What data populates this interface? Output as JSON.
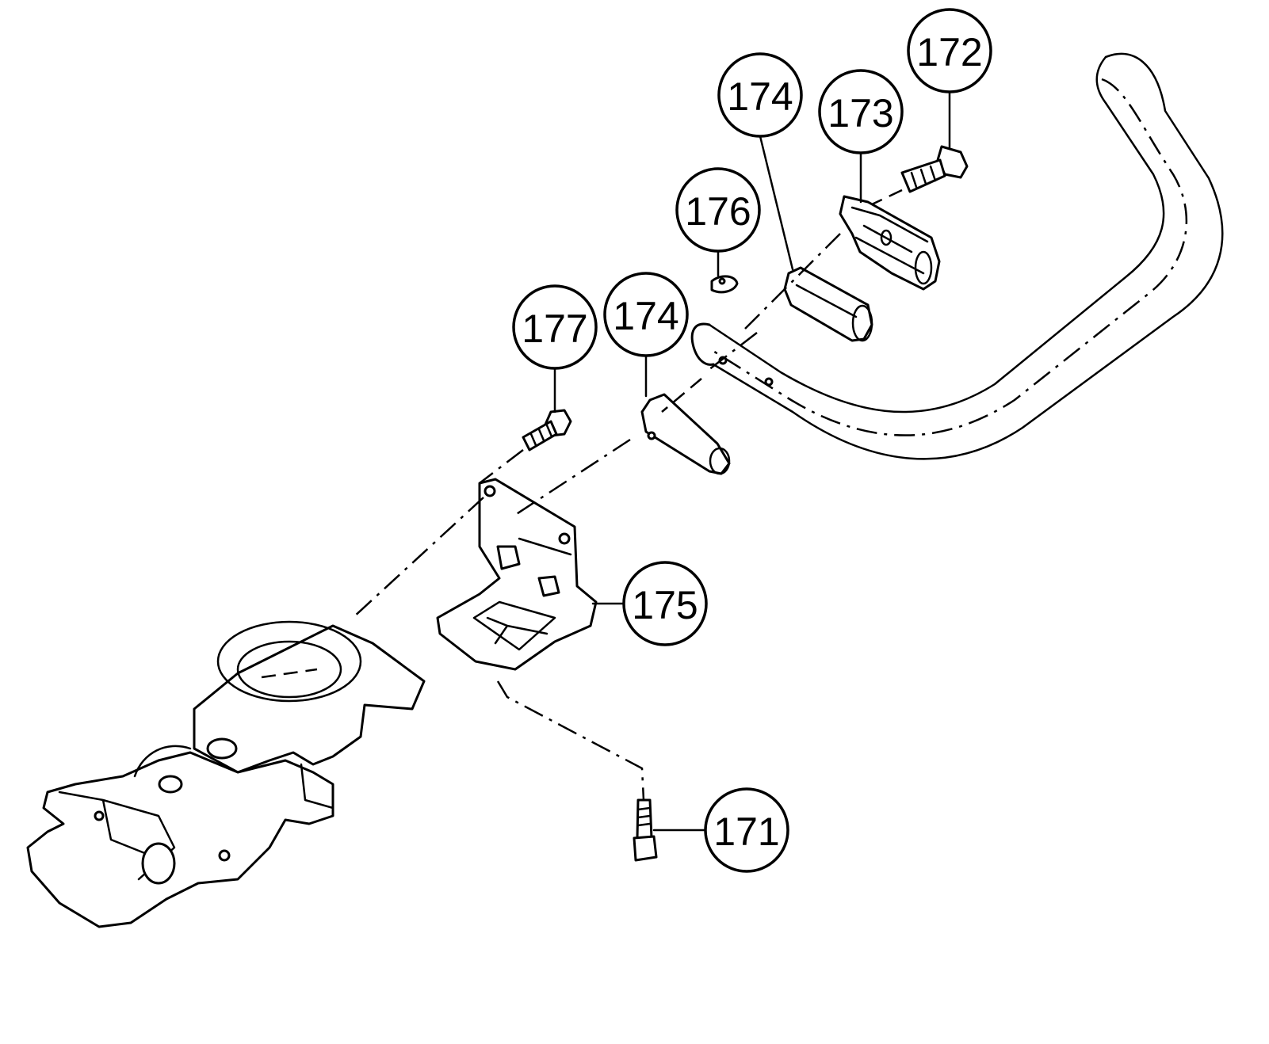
{
  "colors": {
    "ink": "#000000",
    "paper": "#ffffff"
  },
  "callouts": {
    "c171": "171",
    "c172": "172",
    "c173": "173",
    "c174a": "174",
    "c174b": "174",
    "c175": "175",
    "c176": "176",
    "c177": "177"
  }
}
